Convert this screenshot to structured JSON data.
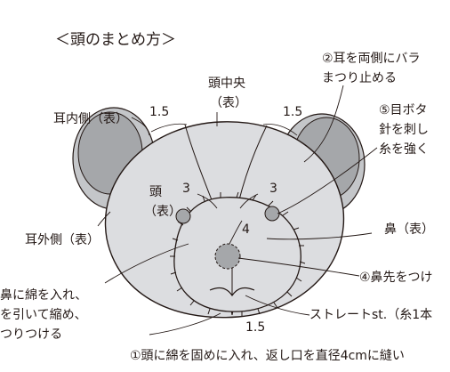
{
  "title": "＜頭のまとめ方＞",
  "labels": {
    "head_center": "頭中央",
    "head_center_side": "（表）",
    "ear_inner": "耳内側（表）",
    "ear_outer": "耳外側（表）",
    "head": "頭",
    "head_side": "（表）",
    "nose": "鼻（表）",
    "left_seam_value": "1.5",
    "right_seam_value": "1.5",
    "bottom_seam_value": "1.5",
    "left_eye_step": "3",
    "right_eye_step": "3",
    "nose_step": "4"
  },
  "notes": {
    "step2_line1": "②耳を両側にバラ",
    "step2_line2": "まつり止める",
    "step5_line1": "⑤目ボタ",
    "step5_line2": "針を刺し",
    "step5_line3": "糸を強く",
    "step4": "④鼻先をつけ",
    "straight_stitch": "ストレートst.（糸1本",
    "step3_line1": "鼻に綿を入れ、",
    "step3_line2": "を引いて縮め、",
    "step3_line3": "つりつける",
    "step1": "①頭に綿を固めに入れ、返し口を直径4cmに縫い"
  },
  "colors": {
    "head_fill": "#dcdde0",
    "ear_inner_fill": "#a5a7aa",
    "ear_base_fill": "#c4c6c9",
    "line": "#231815"
  }
}
